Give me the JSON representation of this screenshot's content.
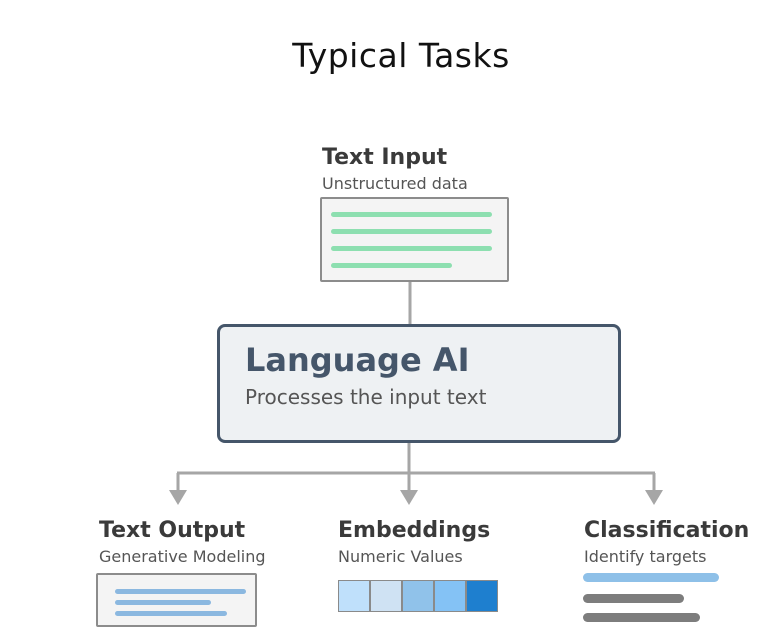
{
  "title": "Typical Tasks",
  "input": {
    "title": "Text Input",
    "subtitle": "Unstructured data",
    "line_color": "#8ddfb0"
  },
  "model": {
    "title": "Language AI",
    "subtitle": "Processes the input text",
    "border_color": "#45566a",
    "fill_color": "#eef1f3"
  },
  "outputs": [
    {
      "title": "Text Output",
      "subtitle": "Generative Modeling",
      "line_color": "#8bb8e0"
    },
    {
      "title": "Embeddings",
      "subtitle": "Numeric Values",
      "cell_colors": [
        "#bfe0fb",
        "#cfe2f3",
        "#90c2ea",
        "#84c2f5",
        "#1e7fcf"
      ]
    },
    {
      "title": "Classification",
      "subtitle": "Identify targets",
      "bar_colors": [
        "#8ec0e8",
        "#7d7d7d",
        "#7d7d7d"
      ]
    }
  ],
  "connector_color": "#a6a6a6"
}
